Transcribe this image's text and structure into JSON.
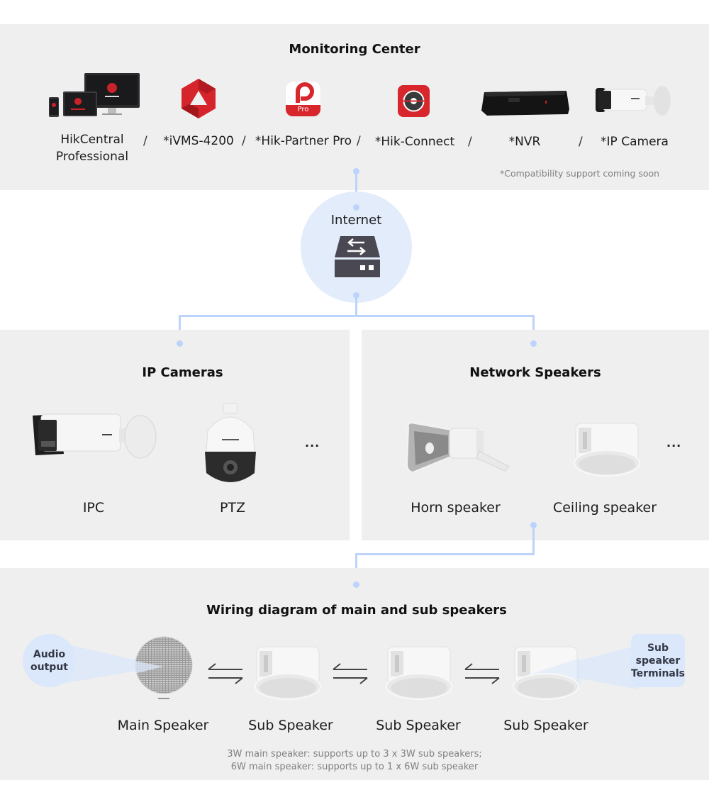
{
  "monitoring_center": {
    "title": "Monitoring Center",
    "items": [
      {
        "label_line1": "HikCentral",
        "label_line2": "Professional",
        "icon": "multi-device-icon"
      },
      {
        "label": "*iVMS-4200",
        "icon": "ivms-logo-icon"
      },
      {
        "label": "*Hik-Partner Pro",
        "icon": "hik-partner-pro-app-icon",
        "badge": "Pro"
      },
      {
        "label": "*Hik-Connect",
        "icon": "hik-connect-app-icon"
      },
      {
        "label": "*NVR",
        "icon": "nvr-device-icon"
      },
      {
        "label": "*IP Camera",
        "icon": "bullet-camera-icon"
      }
    ],
    "separator": "/",
    "note": "*Compatibility support coming soon"
  },
  "internet": {
    "label": "Internet",
    "icon": "network-switch-icon"
  },
  "ip_cameras": {
    "title": "IP Cameras",
    "items": [
      {
        "label": "IPC",
        "icon": "bullet-camera-icon"
      },
      {
        "label": "PTZ",
        "icon": "ptz-dome-camera-icon"
      }
    ],
    "more": "..."
  },
  "network_speakers": {
    "title": "Network Speakers",
    "items": [
      {
        "label": "Horn speaker",
        "icon": "horn-speaker-icon"
      },
      {
        "label": "Ceiling speaker",
        "icon": "ceiling-speaker-icon"
      }
    ],
    "more": "..."
  },
  "wiring": {
    "title": "Wiring diagram of main and sub speakers",
    "audio_output_line1": "Audio",
    "audio_output_line2": "output",
    "terminals_line1": "Sub",
    "terminals_line2": "speaker",
    "terminals_line3": "Terminals",
    "speakers": [
      {
        "label": "Main Speaker",
        "icon": "main-speaker-grille-icon"
      },
      {
        "label": "Sub Speaker",
        "icon": "ceiling-speaker-icon"
      },
      {
        "label": "Sub Speaker",
        "icon": "ceiling-speaker-icon"
      },
      {
        "label": "Sub Speaker",
        "icon": "ceiling-speaker-icon"
      }
    ],
    "note_line1": "3W main speaker: supports up to 3 x 3W sub speakers;",
    "note_line2": "6W main speaker: supports up to 1 x 6W sub speaker"
  },
  "colors": {
    "panel_bg": "#efefef",
    "connector": "#bcd3fb",
    "accent_red": "#d7262c",
    "bubble_bg": "#dbe7fa"
  }
}
